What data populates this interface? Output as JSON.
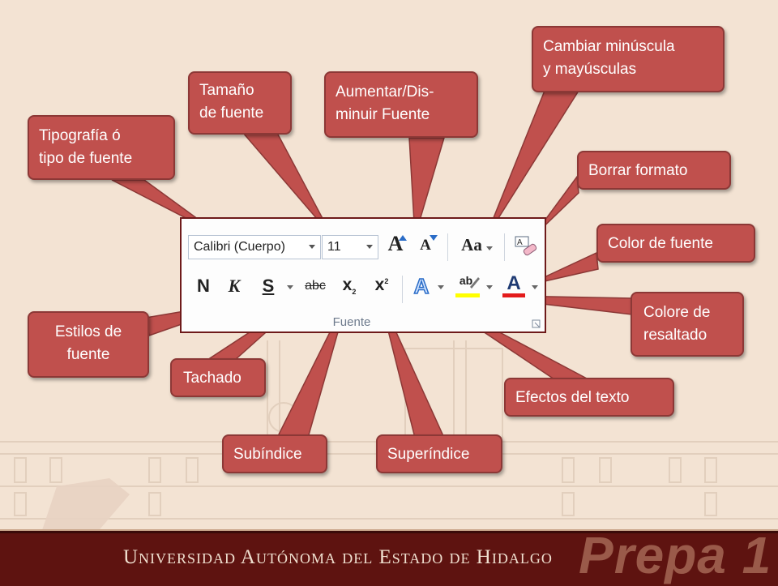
{
  "ribbon": {
    "font_name": "Calibri (Cuerpo)",
    "font_size": "11",
    "group_label": "Fuente",
    "buttons": {
      "grow": "A",
      "shrink": "A",
      "change_case": "Aa",
      "bold": "N",
      "italic": "K",
      "underline": "S",
      "strikethrough": "abc",
      "subscript": "x",
      "superscript": "x",
      "text_effects": "A",
      "highlight": "ab",
      "font_color": "A"
    },
    "highlight_color": "#ffff00",
    "font_color_bar": "#e31b1b"
  },
  "callouts": {
    "tipografia": [
      "Tipografía ó",
      "tipo de fuente"
    ],
    "tamano": [
      "Tamaño",
      "de fuente"
    ],
    "aumentar": [
      "Aumentar/Dis-",
      "minuir Fuente"
    ],
    "cambiar": [
      "Cambiar minúscula",
      "y mayúsculas"
    ],
    "borrar": [
      "Borrar formato"
    ],
    "color_fuente": [
      "Color de fuente"
    ],
    "resaltado": [
      "Colore de",
      "resaltado"
    ],
    "estilos": [
      "Estilos de",
      "fuente"
    ],
    "tachado": [
      "Tachado"
    ],
    "efectos": [
      "Efectos del texto"
    ],
    "subindice": [
      "Subíndice"
    ],
    "superindice": [
      "Superíndice"
    ]
  },
  "footer": {
    "university": "Universidad Autónoma del Estado de Hidalgo",
    "logo": "Prepa 1"
  },
  "colors": {
    "callout": "#c0504d",
    "background": "#f3e3d3",
    "footer": "#5e1310"
  }
}
